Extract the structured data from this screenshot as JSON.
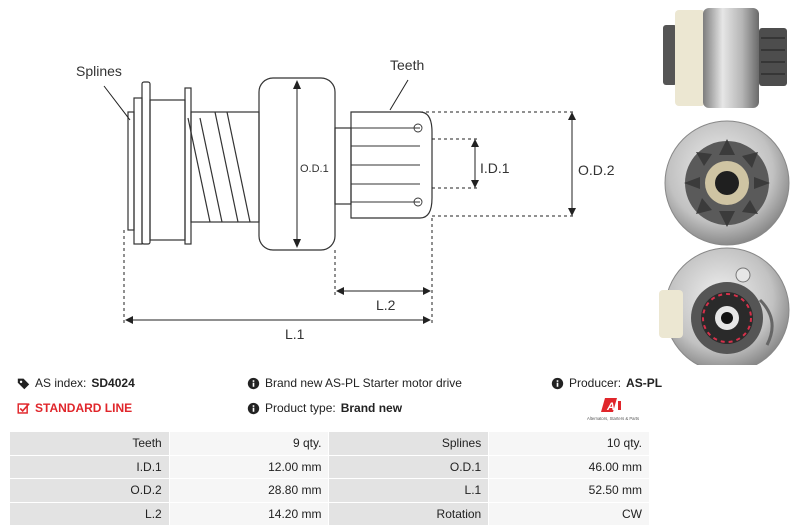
{
  "drawing": {
    "labels": {
      "splines": "Splines",
      "teeth": "Teeth",
      "od1": "O.D.1",
      "id1": "I.D.1",
      "od2": "O.D.2",
      "l2": "L.2",
      "l1": "L.1"
    }
  },
  "info": {
    "as_index_label": "AS index:",
    "as_index_value": "SD4024",
    "line_label": "STANDARD LINE",
    "description": "Brand new AS-PL Starter motor drive",
    "product_type_label": "Product type:",
    "product_type_value": "Brand new",
    "producer_label": "Producer:",
    "producer_value": "AS-PL"
  },
  "logo": {
    "mark": "AS",
    "tagline": "Alternators, Starters & Parts"
  },
  "specs": [
    [
      "Teeth",
      "9 qty.",
      "Splines",
      "10 qty."
    ],
    [
      "I.D.1",
      "12.00 mm",
      "O.D.1",
      "46.00 mm"
    ],
    [
      "O.D.2",
      "28.80 mm",
      "L.1",
      "52.50 mm"
    ],
    [
      "L.2",
      "14.20 mm",
      "Rotation",
      "CW"
    ]
  ],
  "colors": {
    "accent_red": "#e0262b",
    "key_cell": "#e3e3e3",
    "value_cell": "#f6f6f6"
  }
}
